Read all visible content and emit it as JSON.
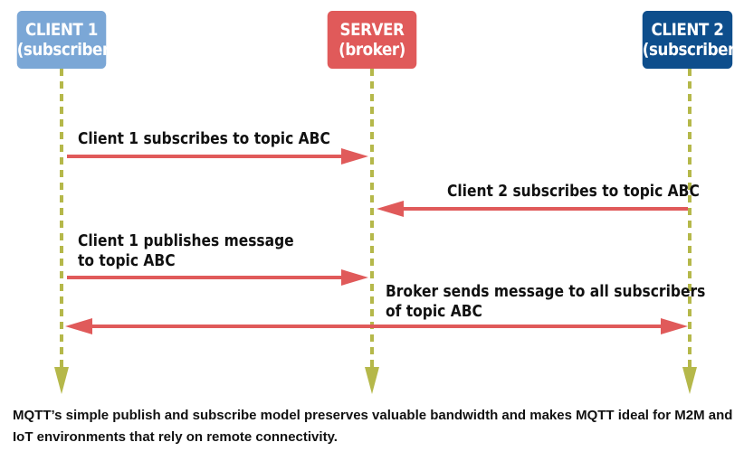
{
  "actors": [
    {
      "id": "client1",
      "line1": "CLIENT 1",
      "line2": "(subscriber)",
      "color": "#7BA7D6"
    },
    {
      "id": "server",
      "line1": "SERVER",
      "line2": "(broker)",
      "color": "#E05A5A"
    },
    {
      "id": "client2",
      "line1": "CLIENT 2",
      "line2": "(subscriber)",
      "color": "#0E4E8C"
    }
  ],
  "messages": [
    {
      "lines": [
        "Client 1 subscribes to topic ABC"
      ]
    },
    {
      "lines": [
        "Client 2 subscribes to topic ABC"
      ]
    },
    {
      "lines": [
        "Client 1 publishes message",
        "to topic ABC"
      ]
    },
    {
      "lines": [
        "Broker sends message to all subscribers",
        "of topic ABC"
      ]
    }
  ],
  "colors": {
    "lifeline": "#B5B84A",
    "arrow": "#E05A5A"
  },
  "caption": "MQTT’s simple publish and subscribe model preserves valuable bandwidth and makes MQTT ideal for M2M and IoT environments that rely on remote connectivity."
}
